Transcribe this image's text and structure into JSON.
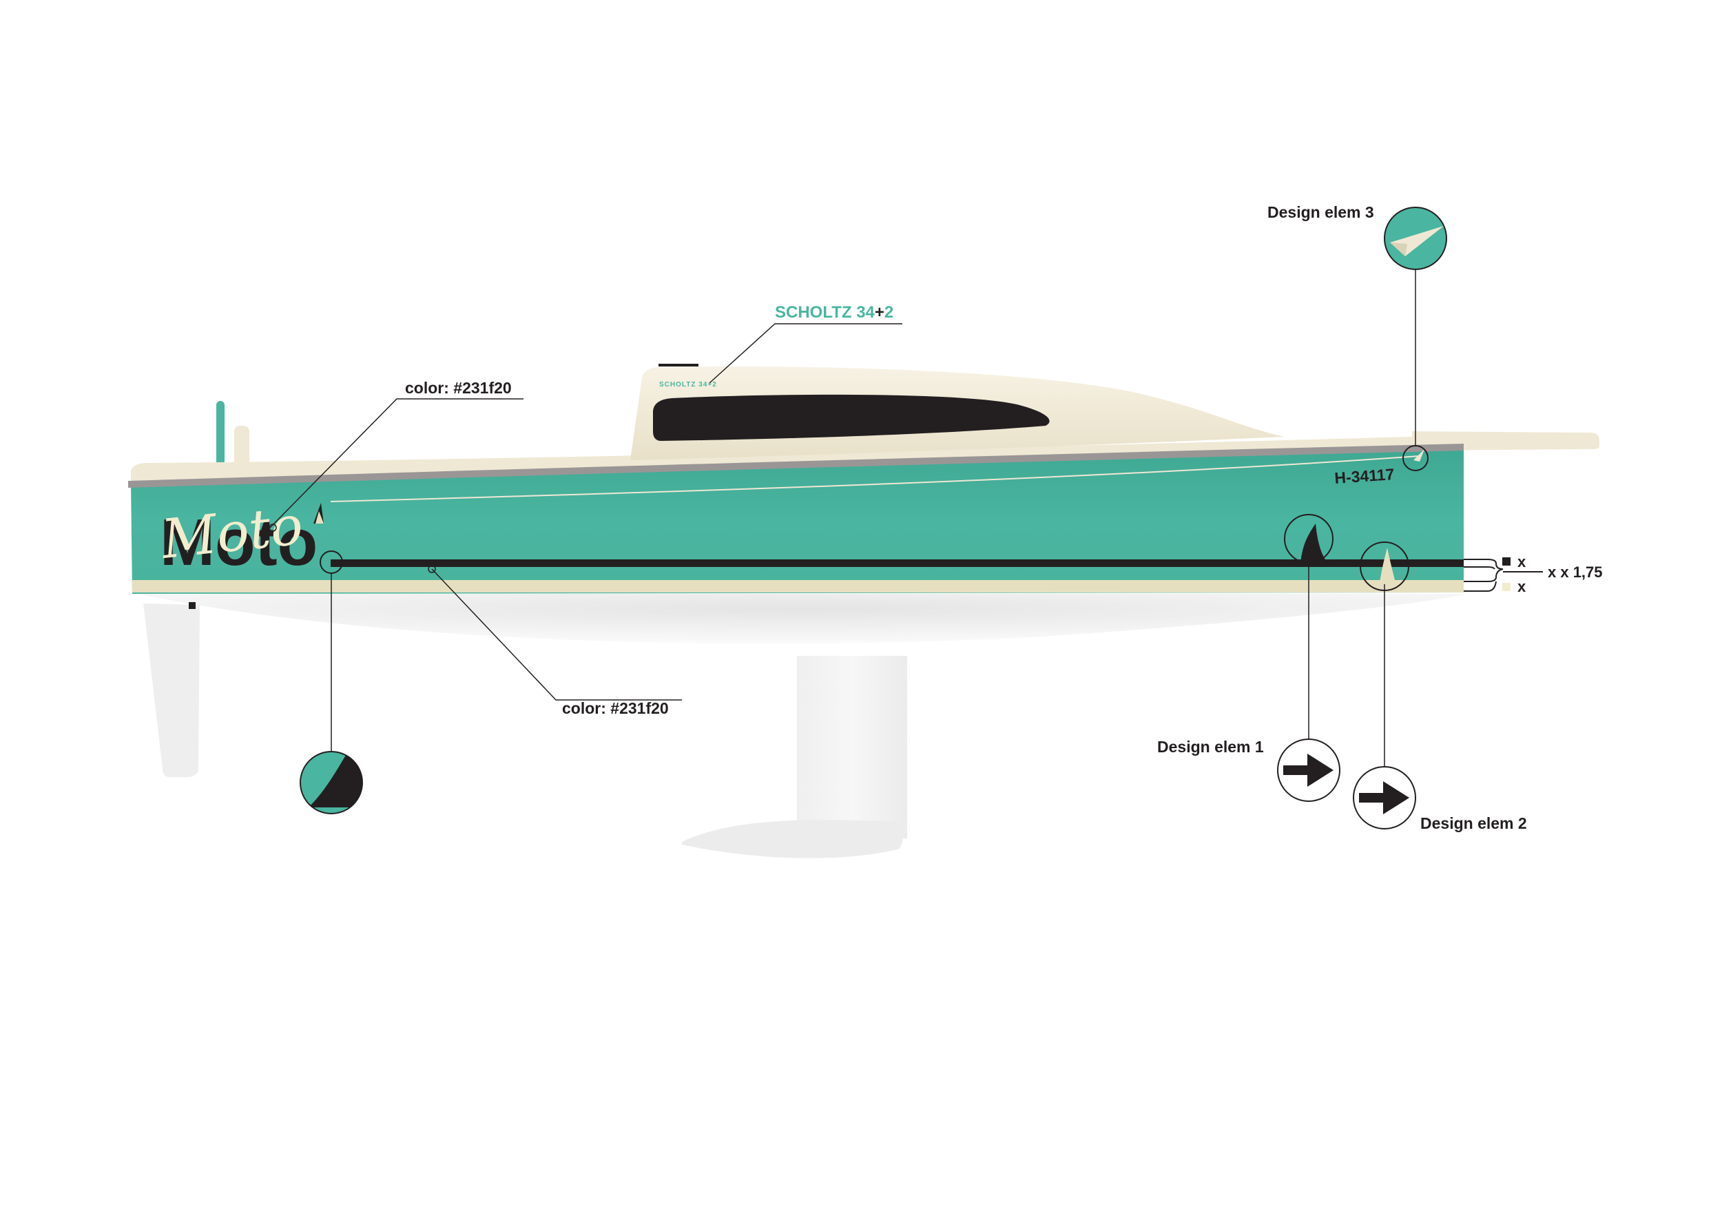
{
  "colors": {
    "hull_teal": "#4ab5a0",
    "hull_teal_dark": "#2f9a86",
    "cream": "#efe8d4",
    "cream_light": "#f6f1e2",
    "stripe_cream": "#e6dfbf",
    "ink": "#231f20",
    "deck_grey": "#9a9696",
    "underwater": "#ececec"
  },
  "boat": {
    "hull_name_dark": "Moto",
    "hull_name_script": "Moto",
    "sail_number": "H-34117",
    "cabin_brand": "SCHOLTZ 34+2"
  },
  "callouts": {
    "brand": {
      "prefix": "SCHOLTZ 34",
      "plus": "+",
      "suffix": "2"
    },
    "color_upper": "color: #231f20",
    "color_lower": "color: #231f20",
    "design_elem_1": "Design elem 1",
    "design_elem_2": "Design elem 2",
    "design_elem_3": "Design elem 3"
  },
  "dimensions": {
    "stripe_dark": "x",
    "stripe_light": "x",
    "combined": "x x 1,75"
  },
  "icons": {
    "arrow": "arrow-right-icon",
    "fin": "shark-fin-icon",
    "cream_fin": "cream-spike-icon",
    "paper_plane": "paper-plane-icon"
  }
}
